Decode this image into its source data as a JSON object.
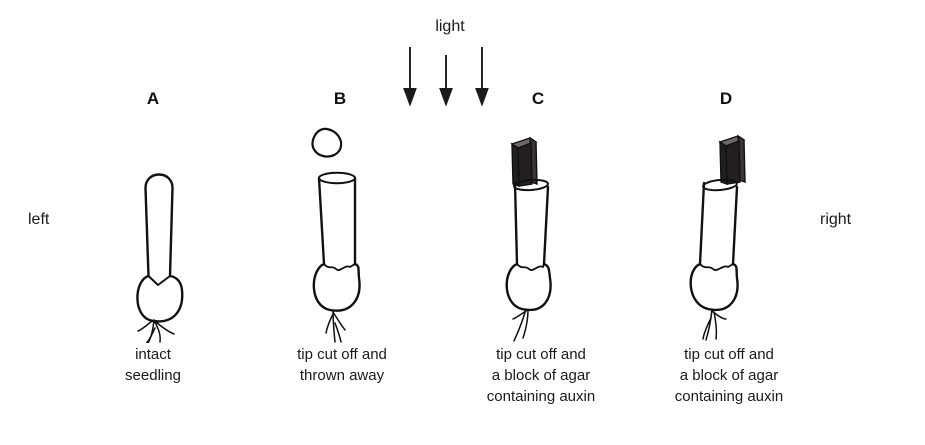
{
  "figure": {
    "title": "Auxin coleoptile experiment diagram",
    "orientation": {
      "left_label": "left",
      "right_label": "right"
    },
    "light": {
      "label": "light",
      "direction": "downward",
      "arrow_count": 3
    },
    "colors": {
      "background": "#ffffff",
      "ink": "#1a1a1a",
      "outline": "#111111",
      "agar_block_front": "#231f20",
      "agar_block_side": "#3a3537",
      "agar_block_top": "#6e686a"
    },
    "panels": [
      {
        "letter": "A",
        "caption": "intact\nseedling",
        "tip_state": "intact",
        "tip_shape": "rounded dome",
        "has_agar_block": false,
        "agar_block_side": "none",
        "severed_tip_shown": false,
        "lean": "upright"
      },
      {
        "letter": "B",
        "caption": "tip cut off and\nthrown away",
        "tip_state": "cut off, discarded",
        "tip_shape": "flat cut surface",
        "has_agar_block": false,
        "agar_block_side": "none",
        "severed_tip_shown": true,
        "lean": "upright"
      },
      {
        "letter": "C",
        "caption": "tip cut off and\na block of agar\ncontaining auxin",
        "tip_state": "cut off, agar block placed on left",
        "tip_shape": "flat cut surface",
        "has_agar_block": true,
        "agar_block_side": "left",
        "severed_tip_shown": false,
        "lean": "tilted"
      },
      {
        "letter": "D",
        "caption": "tip cut off and\na block of agar\ncontaining auxin",
        "tip_state": "cut off, agar block placed on right",
        "tip_shape": "flat cut surface",
        "has_agar_block": true,
        "agar_block_side": "right",
        "severed_tip_shown": false,
        "lean": "tilted"
      }
    ]
  }
}
